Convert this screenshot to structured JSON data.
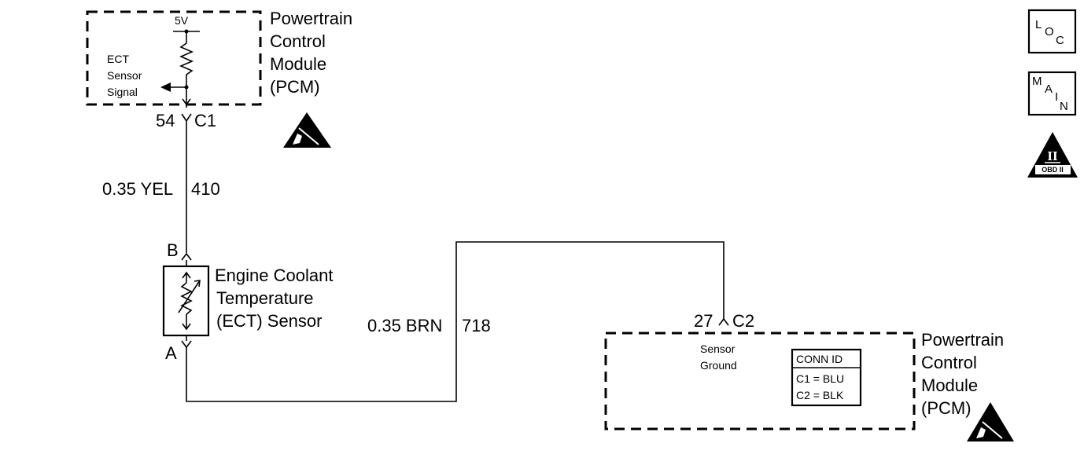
{
  "pcm_top": {
    "name_lines": [
      "Powertrain",
      "Control",
      "Module",
      "(PCM)"
    ],
    "voltage": "5V",
    "signal_lines": [
      "ECT",
      "Sensor",
      "Signal"
    ],
    "pin": "54",
    "connector": "C1"
  },
  "wire_top": {
    "gauge_color": "0.35 YEL",
    "circuit": "410"
  },
  "sensor": {
    "name_lines": [
      "Engine Coolant",
      "Temperature",
      "(ECT) Sensor"
    ],
    "terminal_top": "B",
    "terminal_bottom": "A"
  },
  "wire_bottom": {
    "gauge_color": "0.35 BRN",
    "circuit": "718"
  },
  "pcm_bottom": {
    "name_lines": [
      "Powertrain",
      "Control",
      "Module",
      "(PCM)"
    ],
    "pin": "27",
    "connector": "C2",
    "ground_lines": [
      "Sensor",
      "Ground"
    ],
    "conn_id": {
      "title": "CONN ID",
      "rows": [
        "C1 = BLU",
        "C2 = BLK"
      ]
    }
  },
  "side_icons": {
    "loc": {
      "letters": [
        "L",
        "O",
        "C"
      ]
    },
    "main": {
      "letters": [
        "M",
        "A",
        "I",
        "N"
      ]
    },
    "obd": {
      "numeral": "II",
      "label": "OBD II"
    }
  }
}
